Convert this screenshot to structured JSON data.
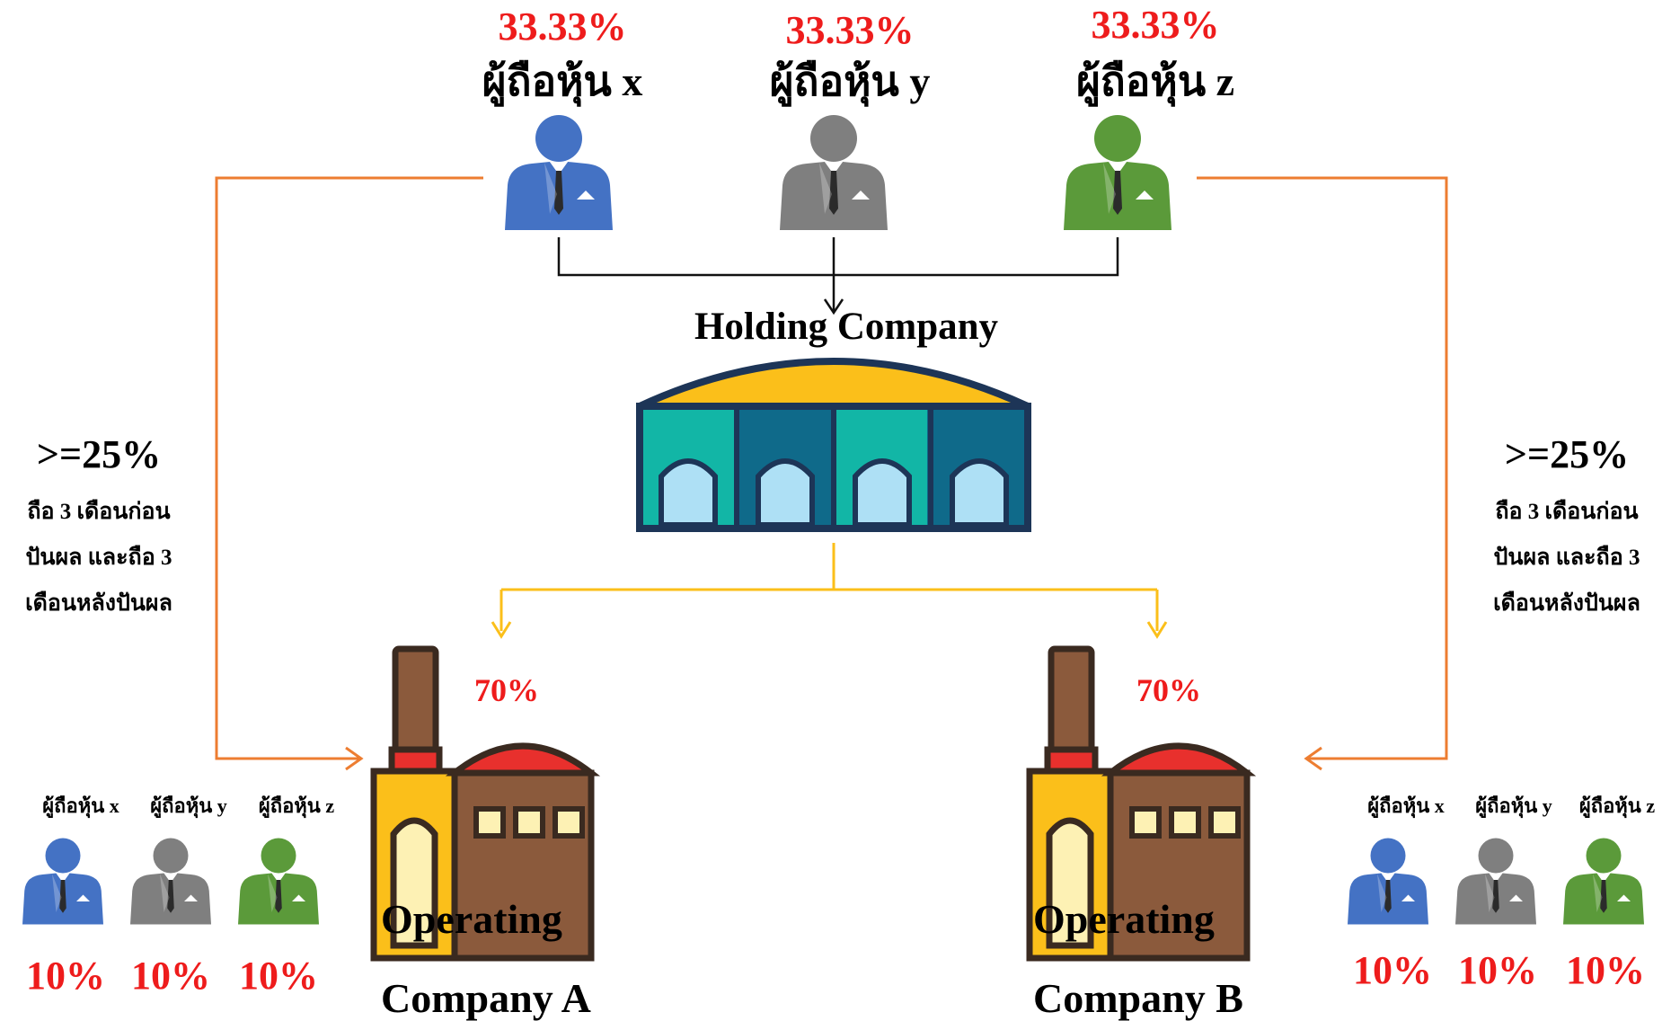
{
  "colors": {
    "accent_red": "#ee1c1c",
    "shareholder_x": "#4472c4",
    "shareholder_y": "#7f7f7f",
    "shareholder_z": "#5b9a3a",
    "orange_line": "#ed7d31",
    "yellow_line": "#fbbf1a"
  },
  "top_shareholders": [
    {
      "percent": "33.33%",
      "label": "ผู้ถือหุ้น x",
      "icon": "businessman-icon"
    },
    {
      "percent": "33.33%",
      "label": "ผู้ถือหุ้น y",
      "icon": "businessman-icon"
    },
    {
      "percent": "33.33%",
      "label": "ผู้ถือหุ้น z",
      "icon": "businessman-icon"
    }
  ],
  "holding": {
    "title": "Holding Company",
    "icon": "warehouse-icon"
  },
  "left_condition": {
    "threshold": ">=25%",
    "text": "ถือ 3 เดือนก่อนปันผล และถือ 3 เดือนหลังปันผล"
  },
  "right_condition": {
    "threshold": ">=25%",
    "text": "ถือ 3 เดือนก่อนปันผล และถือ 3 เดือนหลังปันผล"
  },
  "company_a": {
    "percent": "70%",
    "line1": "Operating",
    "line2": "Company A",
    "icon": "factory-icon"
  },
  "company_b": {
    "percent": "70%",
    "line1": "Operating",
    "line2": "Company B",
    "icon": "factory-icon"
  },
  "left_shareholders": [
    {
      "label": "ผู้ถือหุ้น x",
      "percent": "10%"
    },
    {
      "label": "ผู้ถือหุ้น y",
      "percent": "10%"
    },
    {
      "label": "ผู้ถือหุ้น z",
      "percent": "10%"
    }
  ],
  "right_shareholders": [
    {
      "label": "ผู้ถือหุ้น x",
      "percent": "10%"
    },
    {
      "label": "ผู้ถือหุ้น y",
      "percent": "10%"
    },
    {
      "label": "ผู้ถือหุ้น z",
      "percent": "10%"
    }
  ]
}
